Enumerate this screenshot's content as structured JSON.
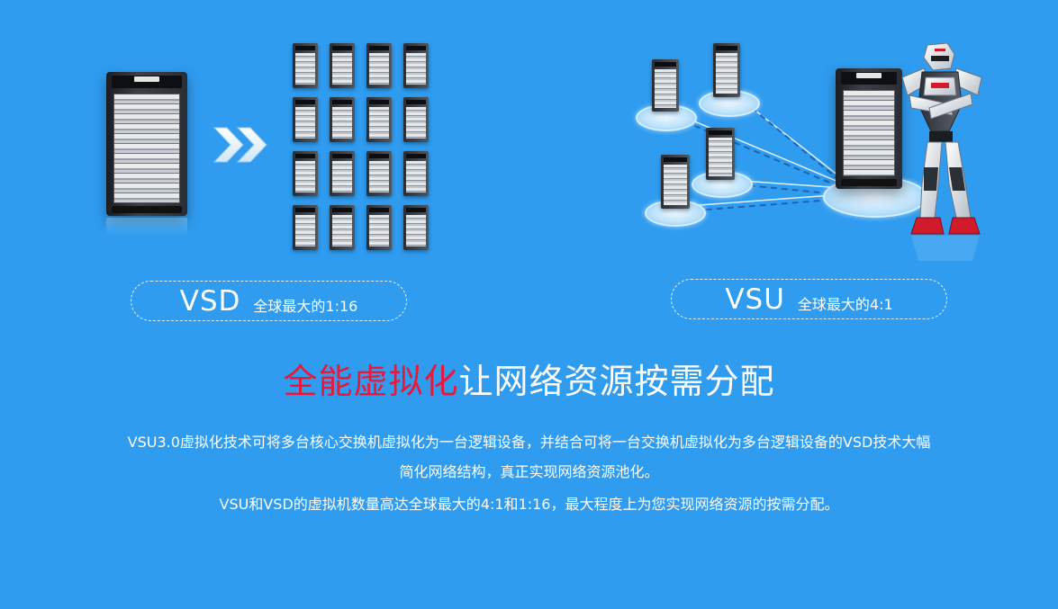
{
  "vsd": {
    "label": "VSD",
    "caption": "全球最大的1:16"
  },
  "vsu": {
    "label": "VSU",
    "caption": "全球最大的4:1"
  },
  "headline": {
    "highlight": "全能虚拟化",
    "rest": "让网络资源按需分配"
  },
  "description": {
    "line1": "VSU3.0虚拟化技术可将多台核心交换机虚拟化为一台逻辑设备，并结合可将一台交换机虚拟化为多台逻辑设备的VSD技术大幅",
    "line2": "简化网络结构，真正实现网络资源池化。",
    "line3": "VSU和VSD的虚拟机数量高达全球最大的4:1和1:16，最大程度上为您实现网络资源的按需分配。"
  },
  "colors": {
    "background": "#2f9cf0",
    "highlight": "#e8183a",
    "text": "#ffffff"
  },
  "icons": [
    "switch-chassis-icon",
    "double-chevron-right-icon",
    "mini-switch-icon",
    "platform-disk-icon",
    "robot-mascot-icon"
  ]
}
